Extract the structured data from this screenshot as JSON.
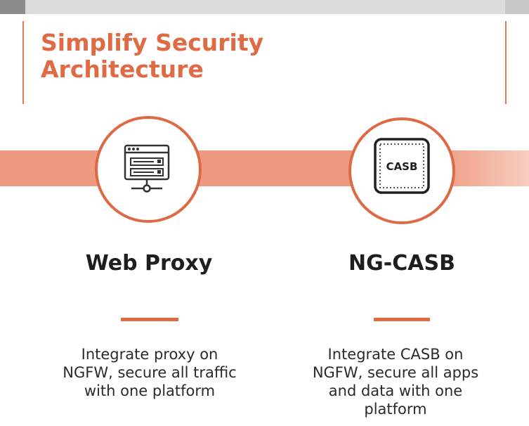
{
  "title": "Simplify Security Architecture",
  "colors": {
    "accent": "#e06a43",
    "band": "#ee9a80"
  },
  "features": [
    {
      "icon": "web-proxy-server-icon",
      "heading": "Web Proxy",
      "description": "Integrate proxy on NGFW, secure all traffic with one platform"
    },
    {
      "icon": "casb-chip-icon",
      "icon_label": "CASB",
      "heading": "NG-CASB",
      "description": "Integrate CASB on NGFW, secure all apps and data with one platform"
    }
  ]
}
